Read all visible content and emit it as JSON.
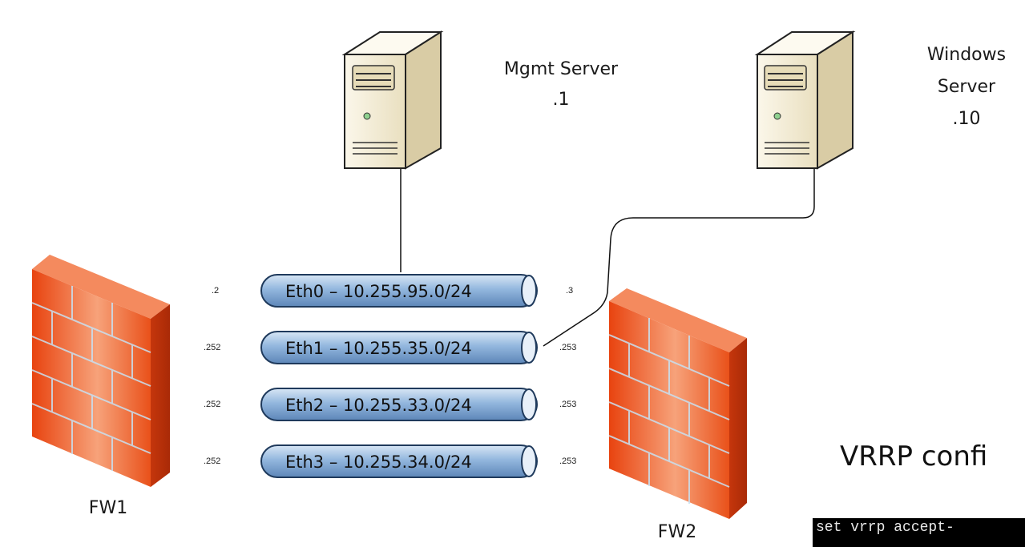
{
  "servers": {
    "mgmt": {
      "name": "Mgmt Server",
      "ip": ".1"
    },
    "windows": {
      "name_line1": "Windows",
      "name_line2": "Server",
      "ip": ".10"
    }
  },
  "firewalls": {
    "fw1": {
      "label": "FW1"
    },
    "fw2": {
      "label": "FW2"
    }
  },
  "networks": [
    {
      "label": "Eth0 – 10.255.95.0/24",
      "fw1_ip": ".2",
      "fw2_ip": ".3"
    },
    {
      "label": "Eth1 – 10.255.35.0/24",
      "fw1_ip": ".252",
      "fw2_ip": ".253"
    },
    {
      "label": "Eth2 – 10.255.33.0/24",
      "fw1_ip": ".252",
      "fw2_ip": ".253"
    },
    {
      "label": "Eth3 – 10.255.34.0/24",
      "fw1_ip": ".252",
      "fw2_ip": ".253"
    }
  ],
  "vrrp": {
    "title": "VRRP confi",
    "command": "set vrrp accept-"
  },
  "colors": {
    "pipe_fill": "#8fb4dc",
    "pipe_stroke": "#1f3a5c",
    "firewall": "#f2541c",
    "server_body": "#f1ead2"
  }
}
